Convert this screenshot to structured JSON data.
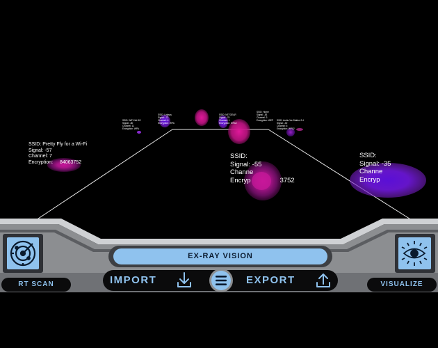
{
  "app": {
    "title": "EX-RAY VISION"
  },
  "colors": {
    "accent_blue": "#8fc2ee",
    "panel_gray": "#8c8e91",
    "panel_dark": "#3d3f43",
    "blob_purple": "#6a12d8",
    "blob_magenta": "#d0188a"
  },
  "networks": [
    {
      "ssid_line": "SSID: Pretty Fly for a Wi-Fi",
      "signal_line": "Signal: -57",
      "channel_line": "Channel: 7",
      "encryption_line": "Encryption: ",
      "encryption_value": "84063752"
    },
    {
      "ssid_line": "SSID:",
      "signal_line": "Signal: -55",
      "channel_line": "Channe",
      "encryption_line": "Encryp",
      "encryption_value": "3752"
    },
    {
      "ssid_line": "SSID:",
      "signal_line": "Signal: -35",
      "channel_line": "Channe",
      "encryption_line": "Encryp"
    },
    {
      "ssid_line": "SSID: WiFi Net 5G",
      "signal_line": "Signal: -80",
      "channel_line": "Channel: 11",
      "encryption_line": "Encryption: WPA"
    },
    {
      "ssid_line": "SSID: Linksys",
      "signal_line": "Signal: -72",
      "channel_line": "Channel: 6",
      "encryption_line": "Encryption: WPA"
    },
    {
      "ssid_line": "SSID: NETGEAR",
      "signal_line": "Signal: -78",
      "channel_line": "Channel: 1",
      "encryption_line": "Encryption: WPA2"
    },
    {
      "ssid_line": "SSID: Home",
      "signal_line": "Signal: -83",
      "channel_line": "Channel: 3",
      "encryption_line": "Encryption: WEP"
    },
    {
      "ssid_line": "SSID: Audio-Viz-Station 2.4",
      "signal_line": "Signal: -40",
      "channel_line": "Channel: 6",
      "encryption_line": "Encryption: WPA2"
    }
  ],
  "hud": {
    "title_bar_label": "EX-RAY VISION",
    "import_label": "IMPORT",
    "export_label": "EXPORT",
    "rt_scan_label": "RT SCAN",
    "visualize_label": "VISUALIZE",
    "icons": {
      "radar": "radar-icon",
      "eye": "eye-icon",
      "menu": "menu-icon",
      "download": "download-icon",
      "upload": "upload-icon"
    }
  }
}
